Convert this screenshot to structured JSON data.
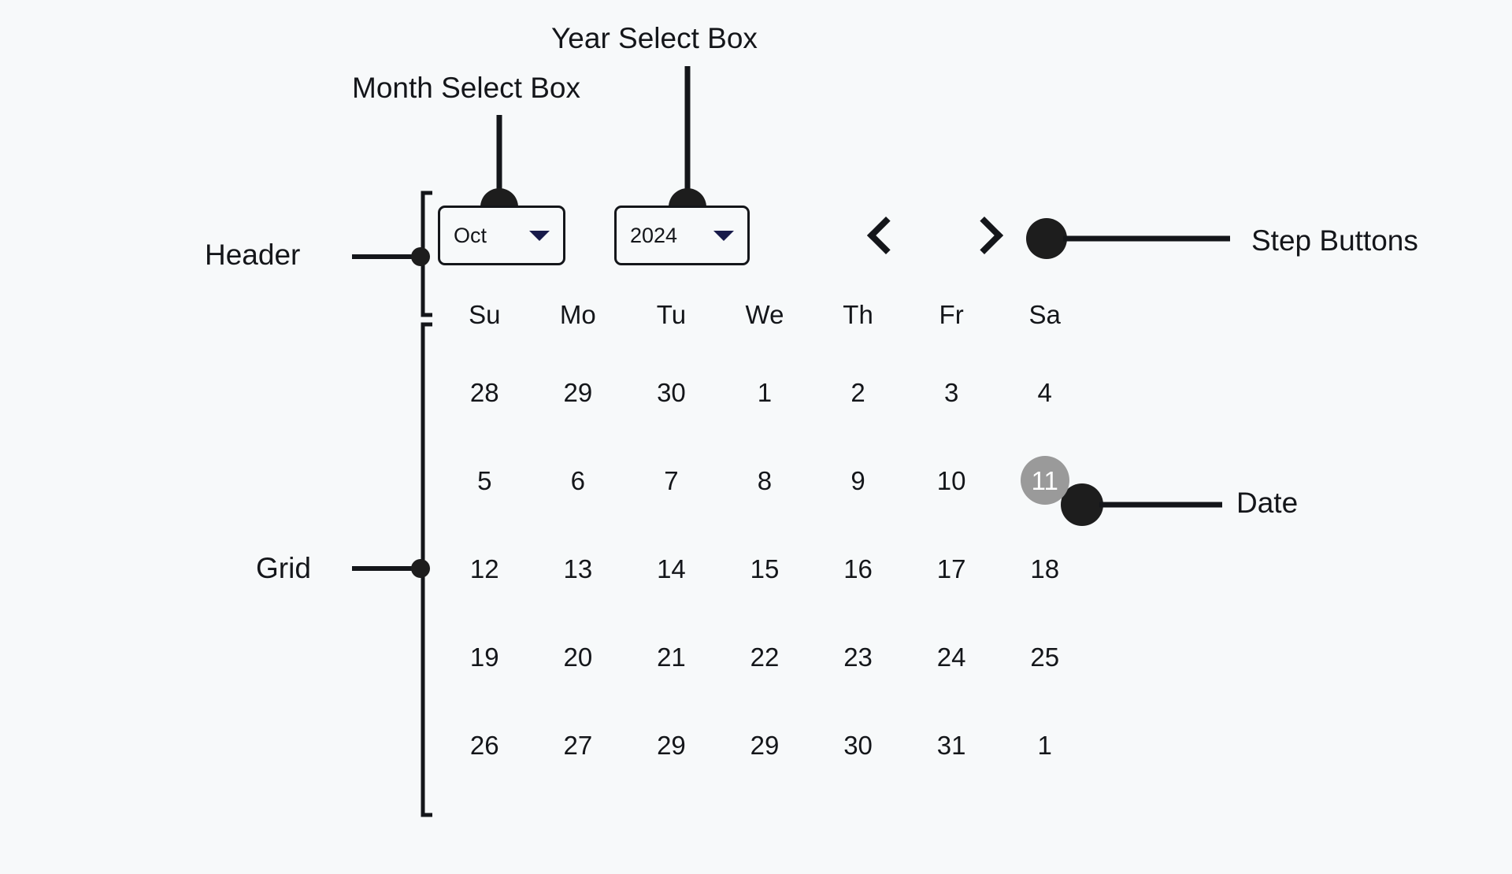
{
  "diagram": {
    "background_color": "#f7f9fa",
    "ink_color": "#14161a",
    "annotations": [
      {
        "id": "year-select",
        "label": "Year Select Box"
      },
      {
        "id": "month-select",
        "label": "Month Select Box"
      },
      {
        "id": "header",
        "label": "Header"
      },
      {
        "id": "grid",
        "label": "Grid"
      },
      {
        "id": "step-buttons",
        "label": "Step Buttons"
      },
      {
        "id": "date",
        "label": "Date"
      }
    ]
  },
  "calendar": {
    "header": {
      "month_select": {
        "value": "Oct",
        "caret_icon": "chevron-down-icon",
        "caret_color": "#171a4a"
      },
      "year_select": {
        "value": "2024",
        "caret_icon": "chevron-down-icon",
        "caret_color": "#171a4a"
      },
      "step_buttons": {
        "prev_icon": "chevron-left-icon",
        "next_icon": "chevron-right-icon"
      }
    },
    "grid": {
      "weekdays": [
        "Su",
        "Mo",
        "Tu",
        "We",
        "Th",
        "Fr",
        "Sa"
      ],
      "selected_date": "11",
      "selected_bg": "#9a9a9a",
      "selected_fg": "#ffffff",
      "weeks": [
        [
          "28",
          "29",
          "30",
          "1",
          "2",
          "3",
          "4"
        ],
        [
          "5",
          "6",
          "7",
          "8",
          "9",
          "10",
          "11"
        ],
        [
          "12",
          "13",
          "14",
          "15",
          "16",
          "17",
          "18"
        ],
        [
          "19",
          "20",
          "21",
          "22",
          "23",
          "24",
          "25"
        ],
        [
          "26",
          "27",
          "29",
          "29",
          "30",
          "31",
          "1"
        ]
      ]
    }
  }
}
